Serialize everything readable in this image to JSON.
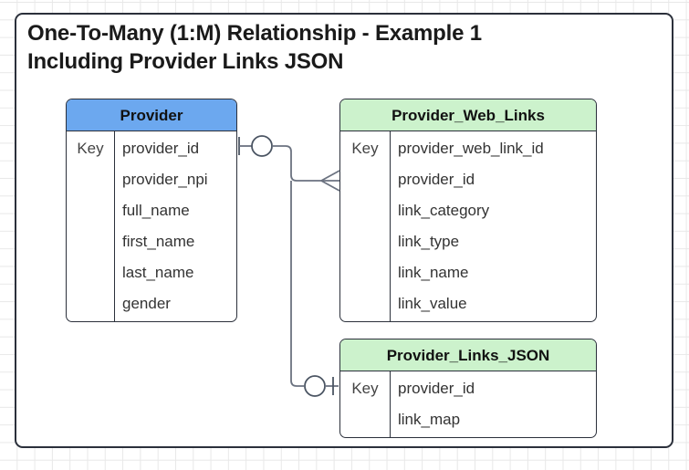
{
  "diagram": {
    "title": "One-To-Many (1:M) Relationship - Example 1\nIncluding Provider Links JSON",
    "colors": {
      "header_blue": "#6ca8ef",
      "header_green": "#ccf2cc",
      "border": "#2b303b",
      "connector": "#6b7280",
      "grid": "#e8e8e8",
      "canvas": "#ffffff"
    }
  },
  "entities": [
    {
      "name": "Provider",
      "header_color": "blue",
      "key_label": "Key",
      "fields": [
        "provider_id",
        "provider_npi",
        "full_name",
        "first_name",
        "last_name",
        "gender"
      ]
    },
    {
      "name": "Provider_Web_Links",
      "header_color": "green",
      "key_label": "Key",
      "fields": [
        "provider_web_link_id",
        "provider_id",
        "link_category",
        "link_type",
        "link_name",
        "link_value"
      ]
    },
    {
      "name": "Provider_Links_JSON",
      "header_color": "green",
      "key_label": "Key",
      "fields": [
        "provider_id",
        "link_map"
      ]
    }
  ],
  "relationships": [
    {
      "from_entity": "Provider",
      "from_field": "provider_id",
      "to_entity": "Provider_Web_Links",
      "to_field": "provider_id",
      "from_cardinality": "one-and-only-one",
      "to_cardinality": "many",
      "notation": "crows-foot"
    },
    {
      "from_entity": "Provider",
      "from_field": "provider_id",
      "to_entity": "Provider_Links_JSON",
      "to_field": "provider_id",
      "from_cardinality": "one-and-only-one",
      "to_cardinality": "one",
      "notation": "crows-foot"
    }
  ]
}
